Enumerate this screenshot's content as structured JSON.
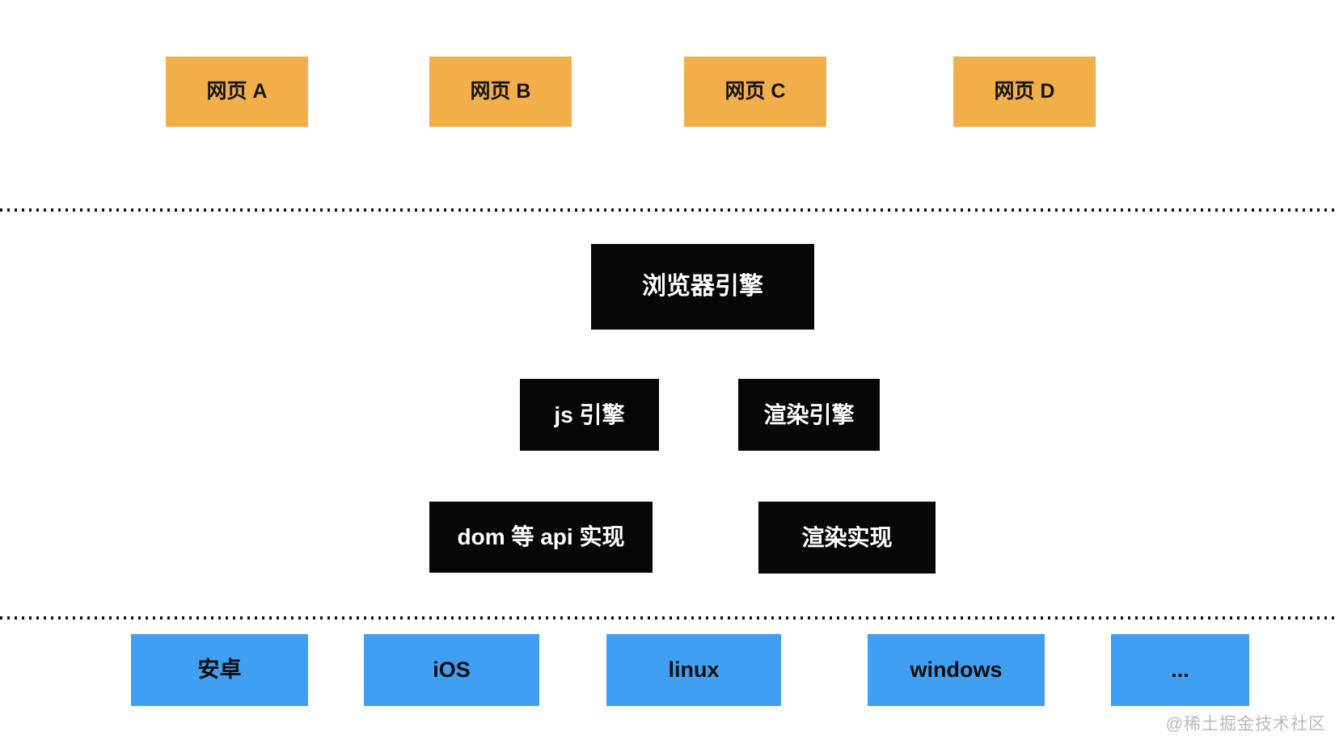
{
  "watermark": "@稀土掘金技术社区",
  "colors": {
    "webpage_box": "#F1AE49",
    "engine_box": "#070707",
    "engine_text": "#FFFFFF",
    "platform_box": "#409FF3",
    "box_text_dark": "#141414",
    "separator_dots": "#151515",
    "watermark_text": "#B9B9B9",
    "background": "#FFFFFF"
  },
  "webpages": [
    {
      "label": "网页 A"
    },
    {
      "label": "网页 B"
    },
    {
      "label": "网页 C"
    },
    {
      "label": "网页 D"
    }
  ],
  "browser_engine": {
    "label": "浏览器引擎"
  },
  "engines": [
    {
      "label": "js 引擎"
    },
    {
      "label": "渲染引擎"
    }
  ],
  "implementations": [
    {
      "label": "dom 等 api 实现"
    },
    {
      "label": "渲染实现"
    }
  ],
  "platforms": [
    {
      "label": "安卓"
    },
    {
      "label": "iOS"
    },
    {
      "label": "linux"
    },
    {
      "label": "windows"
    },
    {
      "label": "..."
    }
  ]
}
